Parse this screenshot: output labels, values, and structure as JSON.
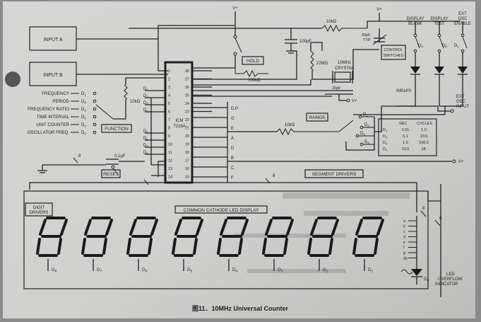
{
  "schematic": {
    "inputs": {
      "a": "INPUT A",
      "b": "INPUT B"
    },
    "supply": {
      "vplus": "V+"
    },
    "passives": {
      "r_top": "10kΩ",
      "c_top": "100pF",
      "r_hold": "100kΩ",
      "r_22m": "22MΩ",
      "c_trim_value": "39pF",
      "c_trim_note": "TYP.",
      "c_20": "20pF",
      "r_func": "10kΩ",
      "r_range": "10kΩ",
      "c_reset": "0.1μF"
    },
    "crystal": {
      "line1": "10MHz",
      "line2": "CRYSTAL"
    },
    "labels": {
      "hold": "HOLD",
      "control_switches_1": "CONTROL",
      "control_switches_2": "SWITCHES",
      "display_blank_1": "DISPLAY",
      "display_blank_2": "BLANK",
      "display_test_1": "DISPLAY",
      "display_test_2": "TEST",
      "ext_osc_enable_1": "EXT",
      "ext_osc_enable_2": "OSC",
      "ext_osc_enable_3": "ENABLE",
      "diodes": "IN914'S",
      "ext_osc_input_1": "EXT",
      "ext_osc_input_2": "OSC",
      "ext_osc_input_3": "INPUT",
      "function": "FUNCTION",
      "range": "RANGE",
      "reset": "RESET",
      "segment_drivers": "SEGMENT DRIVERS",
      "digit_drivers_1": "DIGIT",
      "digit_drivers_2": "DRIVERS",
      "display": "COMMON CATHODE LED DISPLAY",
      "led_overflow_1": "LED",
      "led_overflow_2": "OVERFLOW",
      "led_overflow_3": "INDICATOR",
      "bus_8": "8"
    },
    "functions": [
      "FREQUENCY",
      "PERIOD",
      "FREQUENCY RATIO",
      "TIME INTERVAL",
      "UNIT COUNTER",
      "OSCILLATOR FREQ."
    ],
    "function_digits": [
      "D1",
      "D8",
      "D2",
      "D5",
      "D4",
      "D3"
    ],
    "ic": {
      "line1": "ICM",
      "line2": "7216A",
      "left_pins": [
        "1",
        "2",
        "3",
        "4",
        "5",
        "6",
        "7",
        "8",
        "9",
        "10",
        "11",
        "12",
        "13",
        "14"
      ],
      "right_pins": [
        "28",
        "27",
        "26",
        "25",
        "24",
        "23",
        "22",
        "21",
        "20",
        "19",
        "18",
        "17",
        "16",
        "15"
      ],
      "left_digits": [
        "D1",
        "D2",
        "D3",
        "D4",
        "D5",
        "D6",
        "D7",
        "D8"
      ],
      "segments": [
        "D.P.",
        "G",
        "E",
        "A",
        "D",
        "B",
        "C",
        "F"
      ]
    },
    "range_switch_digits": [
      "D1",
      "D2",
      "D3",
      "D4"
    ],
    "range_table": {
      "headers": [
        "SEC",
        "CYCLES"
      ],
      "rows": [
        [
          "D1",
          "0.01",
          "1.0"
        ],
        [
          "D2",
          "0.1",
          "10.0"
        ],
        [
          "D3",
          "1.0",
          "100.0"
        ],
        [
          "D4",
          "10.0",
          "1K"
        ]
      ]
    },
    "diode_digits": [
      "D4",
      "D8",
      "D1"
    ],
    "display_digits": [
      "D8",
      "D7",
      "D6",
      "D5",
      "D4",
      "D3",
      "D2",
      "D1"
    ],
    "overflow_segments": [
      "a",
      "b",
      "c",
      "d",
      "e",
      "f",
      "g",
      "dp"
    ],
    "overflow_diode": "D8",
    "caption": "图11．10MHz Universal Counter"
  }
}
